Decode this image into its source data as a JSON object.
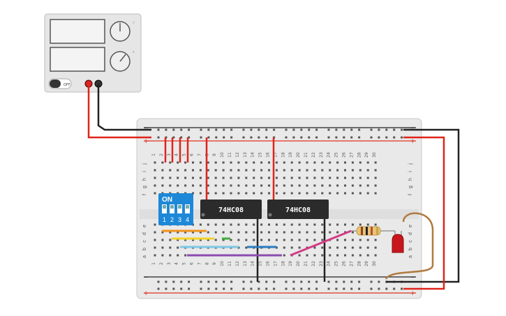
{
  "power_supply": {
    "display_top": "",
    "display_bottom": "",
    "off_label": "OFF",
    "knob_top_label": "V",
    "knob_bottom_label": "A"
  },
  "dip_switch": {
    "on_label": "ON",
    "switch_numbers": [
      "1",
      "2",
      "3",
      "4"
    ]
  },
  "chips": [
    {
      "label": "74HC08"
    },
    {
      "label": "74HC08"
    }
  ],
  "breadboard": {
    "column_numbers": [
      "1",
      "2",
      "3",
      "4",
      "5",
      "6",
      "7",
      "8",
      "9",
      "10",
      "11",
      "12",
      "13",
      "14",
      "15",
      "16",
      "17",
      "18",
      "19",
      "20",
      "21",
      "22",
      "23",
      "24",
      "25",
      "26",
      "27",
      "28",
      "29",
      "30"
    ],
    "top_row_letters": [
      "j",
      "i",
      "h",
      "g",
      "f"
    ],
    "bottom_row_letters": [
      "e",
      "d",
      "c",
      "b",
      "a"
    ],
    "rail_minus": "−",
    "rail_plus": "+"
  },
  "colors": {
    "wire_red": "#e0241b",
    "wire_black": "#222222",
    "wire_orange": "#f0921e",
    "wire_yellow": "#f2d22a",
    "wire_green": "#3fae3a",
    "wire_lightblue": "#7cc8e6",
    "wire_blue": "#2a7dc1",
    "wire_purple": "#8a4cb0",
    "wire_pink": "#d43b86",
    "wire_brown": "#b07a40",
    "dip_blue": "#1e88d8",
    "led_red": "#c8161d",
    "board": "#ececec"
  }
}
